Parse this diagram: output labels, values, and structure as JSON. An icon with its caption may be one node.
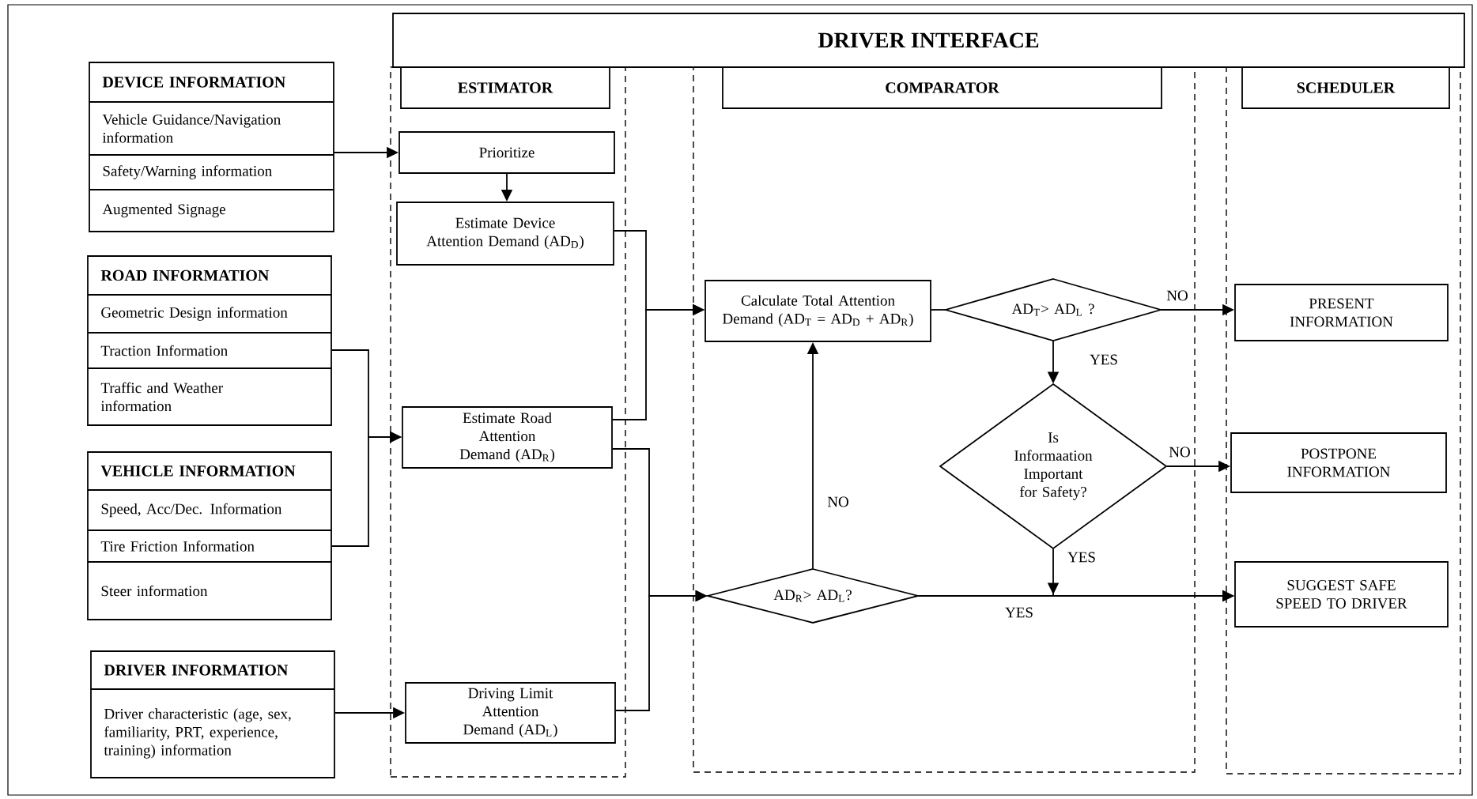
{
  "diagram": {
    "nodes": [
      {
        "text": [
          "DRIVER INTERFACE"
        ]
      },
      {
        "text": [
          "DEVICE INFORMATION",
          "Vehicle Guidance/Navigation information",
          "Safety/Warning information",
          "Augmented Signage"
        ]
      },
      {
        "text": [
          "ROAD INFORMATION",
          "Geometric Design information",
          "Traction Information",
          "Traffic and Weather information"
        ]
      },
      {
        "text": [
          "VEHICLE INFORMATION",
          "Speed, Acc/Dec. Information",
          "Tire Friction Information",
          "Steer information"
        ]
      },
      {
        "text": [
          "DRIVER INFORMATION",
          "Driver characteristic (age, sex, familiarity, PRT, experience, training) information"
        ]
      },
      {
        "text": [
          "ESTIMATOR"
        ]
      },
      {
        "text": [
          "Prioritize"
        ],
        "in": 5
      },
      {
        "text": [
          "Estimate Device Attention Demand (AD$_{D}$)"
        ],
        "in": 5
      },
      {
        "text": [
          "Estimate Road Attention Demand (AD$_{R}$)"
        ],
        "in": 5
      },
      {
        "text": [
          "Driving Limit Attention Demand (AD$_{L}$)"
        ],
        "in": 5
      },
      {
        "text": [
          "COMPARATOR"
        ]
      },
      {
        "text": [
          "Calculate Total Attention Demand (AD$_{T}$ = AD$_{D}$ + AD$_{R}$)"
        ],
        "in": 10
      },
      {
        "text": [
          "AD$_{T}$> AD$_{L}$ ?"
        ],
        "in": 10
      },
      {
        "text": [
          "Is Informaation Important for Safety?"
        ],
        "in": 10
      },
      {
        "text": [
          "AD$_{R}$> AD$_{L}$?"
        ],
        "in": 10
      },
      {
        "text": [
          "SCHEDULER"
        ]
      },
      {
        "text": [
          "PRESENT INFORMATION"
        ],
        "in": 15
      },
      {
        "text": [
          "POSTPONE INFORMATION"
        ],
        "in": 15
      },
      {
        "text": [
          "SUGGEST SAFE SPEED TO DRIVER"
        ],
        "in": 15
      }
    ],
    "edges": [
      {
        "from": 1,
        "to": 6,
        "arrow": "to"
      },
      {
        "from": 2,
        "to": 8,
        "arrow": "to"
      },
      {
        "from": 3,
        "to": 8,
        "arrow": "to"
      },
      {
        "from": 4,
        "to": 9,
        "arrow": "to"
      },
      {
        "from": 6,
        "to": 7,
        "arrow": "to"
      },
      {
        "from": 7,
        "to": 11,
        "arrow": "to"
      },
      {
        "from": 8,
        "to": 11,
        "arrow": "to"
      },
      {
        "from": 8,
        "to": 14,
        "arrow": "to"
      },
      {
        "from": 9,
        "to": 14,
        "arrow": "to"
      },
      {
        "from": 14,
        "to": 11,
        "arrow": "to",
        "label": "NO"
      },
      {
        "from": 11,
        "to": 12,
        "arrow": "none"
      },
      {
        "from": 12,
        "to": 16,
        "arrow": "to",
        "label": "NO"
      },
      {
        "from": 12,
        "to": 13,
        "arrow": "to",
        "label": "YES"
      },
      {
        "from": 13,
        "to": 17,
        "arrow": "to",
        "label": "NO"
      },
      {
        "from": 13,
        "to": 18,
        "arrow": "to",
        "label": "YES"
      },
      {
        "from": 14,
        "to": 18,
        "arrow": "to",
        "label": "YES"
      }
    ]
  }
}
